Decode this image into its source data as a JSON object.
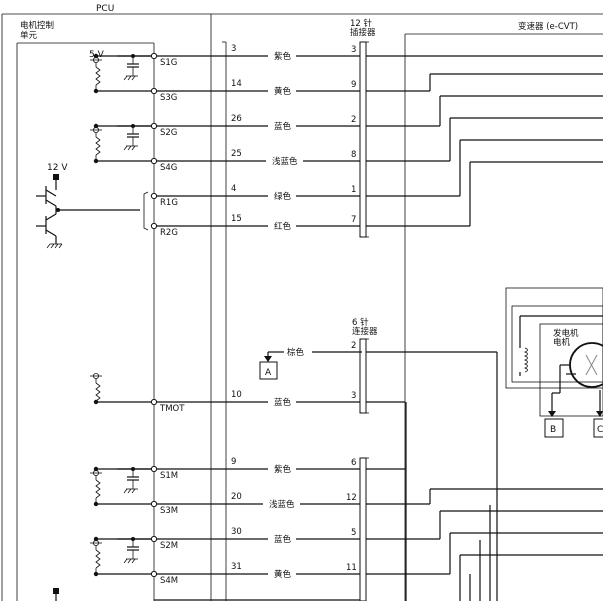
{
  "pcu": {
    "title": "PCU",
    "motor_unit_line1": "电机控制",
    "motor_unit_line2": "单元"
  },
  "transmission": {
    "label": "变速器 (e-CVT)"
  },
  "connector12": {
    "line1": "12 针",
    "line2": "插接器"
  },
  "connector6": {
    "line1": "6 针",
    "line2": "连接器"
  },
  "supply": {
    "v5": "5 V",
    "v12": "12 V"
  },
  "generator": {
    "line1": "发电机",
    "line2": "电机"
  },
  "boxes": {
    "a": "A",
    "b": "B",
    "c": "C"
  },
  "rows": [
    {
      "signal": "S1G",
      "pin": "3",
      "color": "紫色",
      "cpin": "3"
    },
    {
      "signal": "S3G",
      "pin": "14",
      "color": "黄色",
      "cpin": "9"
    },
    {
      "signal": "S2G",
      "pin": "26",
      "color": "蓝色",
      "cpin": "2"
    },
    {
      "signal": "S4G",
      "pin": "25",
      "color": "浅蓝色",
      "cpin": "8"
    },
    {
      "signal": "R1G",
      "pin": "4",
      "color": "绿色",
      "cpin": "1"
    },
    {
      "signal": "R2G",
      "pin": "15",
      "color": "红色",
      "cpin": "7"
    },
    {
      "signal": "",
      "pin": "",
      "color": "棕色",
      "cpin": "2"
    },
    {
      "signal": "TMOT",
      "pin": "10",
      "color": "蓝色",
      "cpin": "3"
    },
    {
      "signal": "S1M",
      "pin": "9",
      "color": "紫色",
      "cpin": "6"
    },
    {
      "signal": "S3M",
      "pin": "20",
      "color": "浅蓝色",
      "cpin": "12"
    },
    {
      "signal": "S2M",
      "pin": "30",
      "color": "蓝色",
      "cpin": "5"
    },
    {
      "signal": "S4M",
      "pin": "31",
      "color": "黄色",
      "cpin": "11"
    },
    {
      "signal": "",
      "pin": "",
      "color": "",
      "cpin": ""
    }
  ]
}
